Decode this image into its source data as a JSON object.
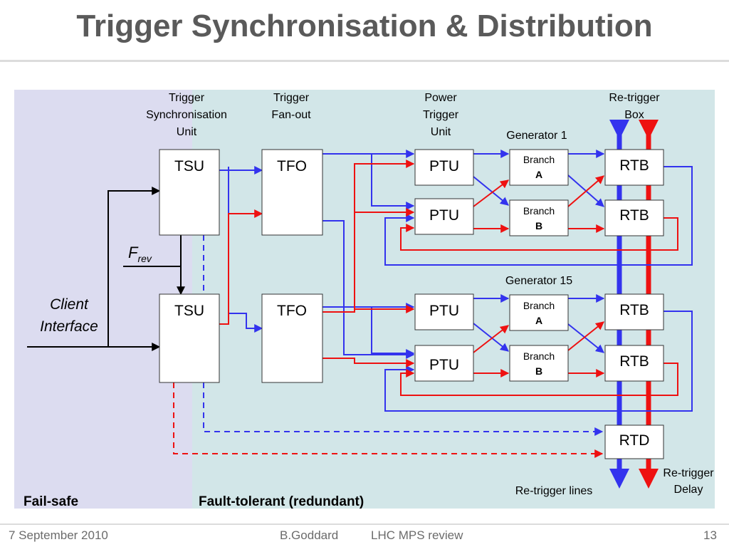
{
  "slide": {
    "title": "Trigger Synchronisation & Distribution"
  },
  "colors": {
    "failsafe_bg": "#dcdcf0",
    "faulttolerant_bg": "#d2e6e8",
    "blue_line": "#3333ee",
    "red_line": "#ee1111"
  },
  "column_headers": {
    "tsu": [
      "Trigger",
      "Synchronisation",
      "Unit"
    ],
    "tfo": [
      "Trigger",
      "Fan-out"
    ],
    "ptu": [
      "Power",
      "Trigger",
      "Unit"
    ],
    "rtb": [
      "Re-trigger",
      "Box"
    ]
  },
  "generators": {
    "g1": "Generator 1",
    "g15": "Generator 15"
  },
  "boxes": {
    "tsu": "TSU",
    "tfo": "TFO",
    "ptu": "PTU",
    "rtb": "RTB",
    "rtd": "RTD",
    "branch_word": "Branch",
    "branch_a": "A",
    "branch_b": "B"
  },
  "labels": {
    "f": "F",
    "f_sub": "rev",
    "client": [
      "Client",
      "Interface"
    ],
    "retrigger_lines": "Re-trigger lines",
    "retrigger_delay": [
      "Re-trigger",
      "Delay"
    ],
    "failsafe": "Fail-safe",
    "faulttolerant": "Fault-tolerant (redundant)"
  },
  "footer": {
    "date": "7 September 2010",
    "author": "B.Goddard",
    "event": "LHC MPS review",
    "page": "13"
  }
}
